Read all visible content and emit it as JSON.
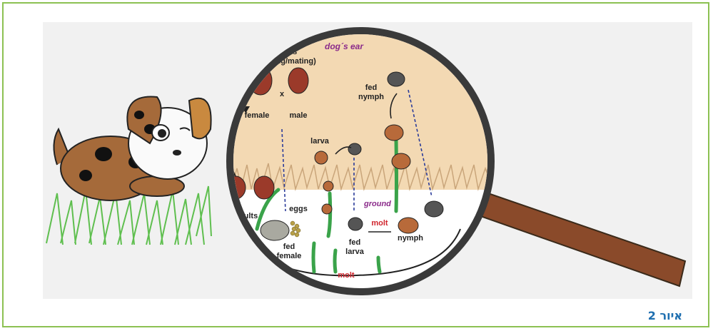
{
  "figure": {
    "caption": "איור 2",
    "labels": {
      "dogs_ear": "dog´s ear",
      "ground": "ground",
      "adults_top": "adults",
      "feeding_mating": "(feeding/mating)",
      "cross": "x",
      "female": "female",
      "male": "male",
      "larva": "larva",
      "fed": "fed",
      "nymph": "nymph",
      "adults_bottom": "adults",
      "eggs": "eggs",
      "female2": "female",
      "larva2": "larva",
      "molt": "molt",
      "molt_bottom": "molt"
    },
    "colors": {
      "frame": "#8cc152",
      "caption": "#1f6fb0",
      "ear_skin": "#f3d9b3",
      "lens_rim": "#3a3a3a",
      "handle": "#8a4a2a",
      "dog_brown": "#a56a3a",
      "grass": "#5fbf4f",
      "tick_body": "#9b3a2a",
      "label_purple": "#8a2a8a",
      "label_red": "#d0252d"
    }
  }
}
